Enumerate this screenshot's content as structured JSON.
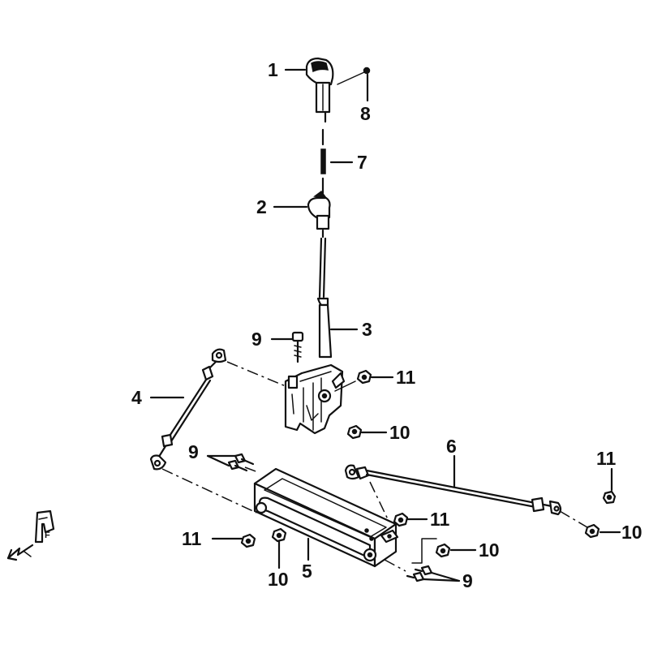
{
  "callouts": [
    {
      "id": "1",
      "label": "1"
    },
    {
      "id": "8",
      "label": "8"
    },
    {
      "id": "7",
      "label": "7"
    },
    {
      "id": "2",
      "label": "2"
    },
    {
      "id": "3",
      "label": "3"
    },
    {
      "id": "9a",
      "label": "9"
    },
    {
      "id": "11a",
      "label": "11"
    },
    {
      "id": "4",
      "label": "4"
    },
    {
      "id": "10a",
      "label": "10"
    },
    {
      "id": "6",
      "label": "6"
    },
    {
      "id": "9b",
      "label": "9"
    },
    {
      "id": "11b",
      "label": "11"
    },
    {
      "id": "11c",
      "label": "11"
    },
    {
      "id": "10b",
      "label": "10"
    },
    {
      "id": "11d",
      "label": "11"
    },
    {
      "id": "10c",
      "label": "10"
    },
    {
      "id": "10d",
      "label": "10"
    },
    {
      "id": "5",
      "label": "5"
    },
    {
      "id": "9c",
      "label": "9"
    }
  ],
  "front_indicator": {
    "label": "F"
  }
}
